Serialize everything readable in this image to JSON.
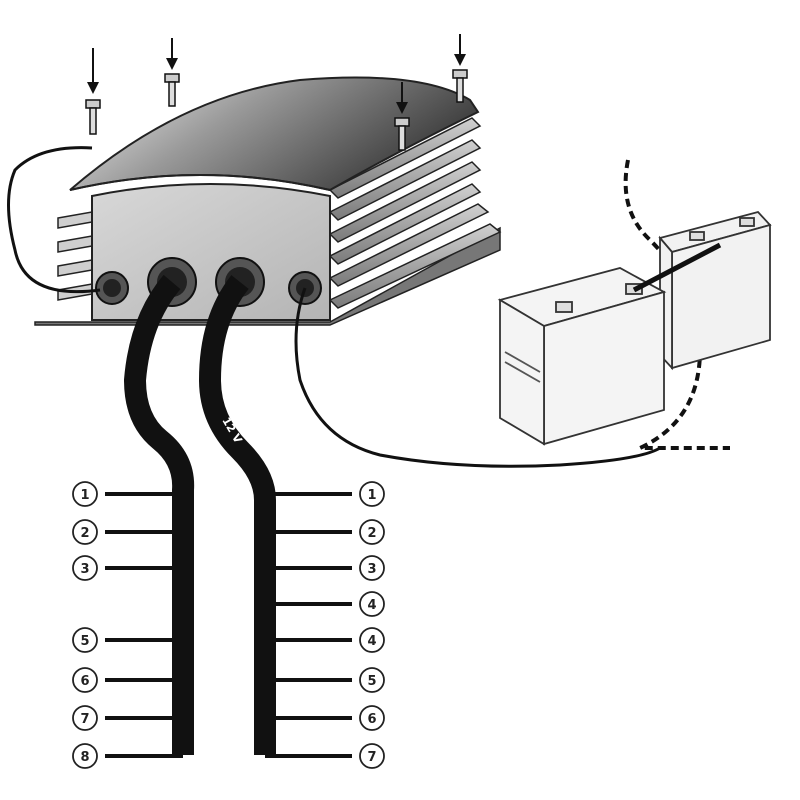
{
  "cables": {
    "left_label": "12 V",
    "right_label": "12 V"
  },
  "terminals": {
    "left": [
      "1",
      "2",
      "3",
      "5",
      "6",
      "7",
      "8"
    ],
    "right": [
      "1",
      "2",
      "3",
      "4",
      "4",
      "5",
      "6",
      "7"
    ]
  },
  "battery": {
    "front_label": "",
    "rear_label": ""
  },
  "colors": {
    "line": "#111111",
    "box_face": "#c8c8c8",
    "box_top_light": "#e8e8e8",
    "box_top_dark": "#4a4a4a",
    "battery_body": "#f0f0f0"
  }
}
